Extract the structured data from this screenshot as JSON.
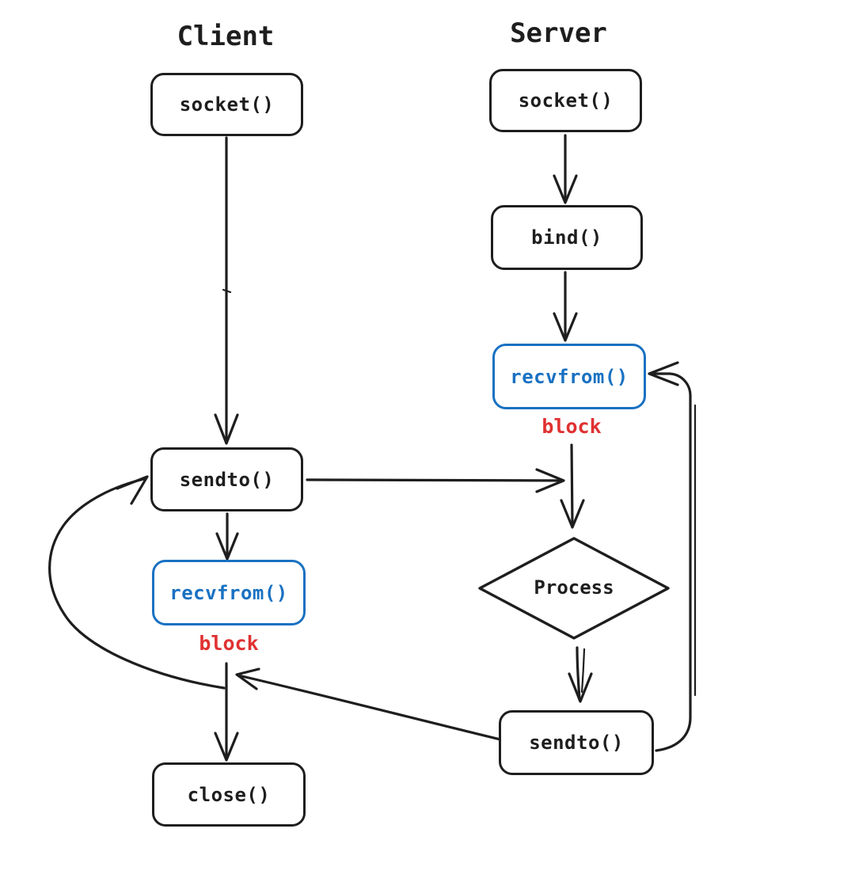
{
  "colors": {
    "stroke": "#1e1e1e",
    "accent_blue": "#1971c2",
    "accent_red": "#e03131",
    "background": "#ffffff"
  },
  "client": {
    "title": "Client",
    "socket_label": "socket()",
    "sendto_label": "sendto()",
    "recvfrom_label": "recvfrom()",
    "block_label": "block",
    "close_label": "close()"
  },
  "server": {
    "title": "Server",
    "socket_label": "socket()",
    "bind_label": "bind()",
    "recvfrom_label": "recvfrom()",
    "block_label": "block",
    "process_label": "Process",
    "sendto_label": "sendto()"
  }
}
